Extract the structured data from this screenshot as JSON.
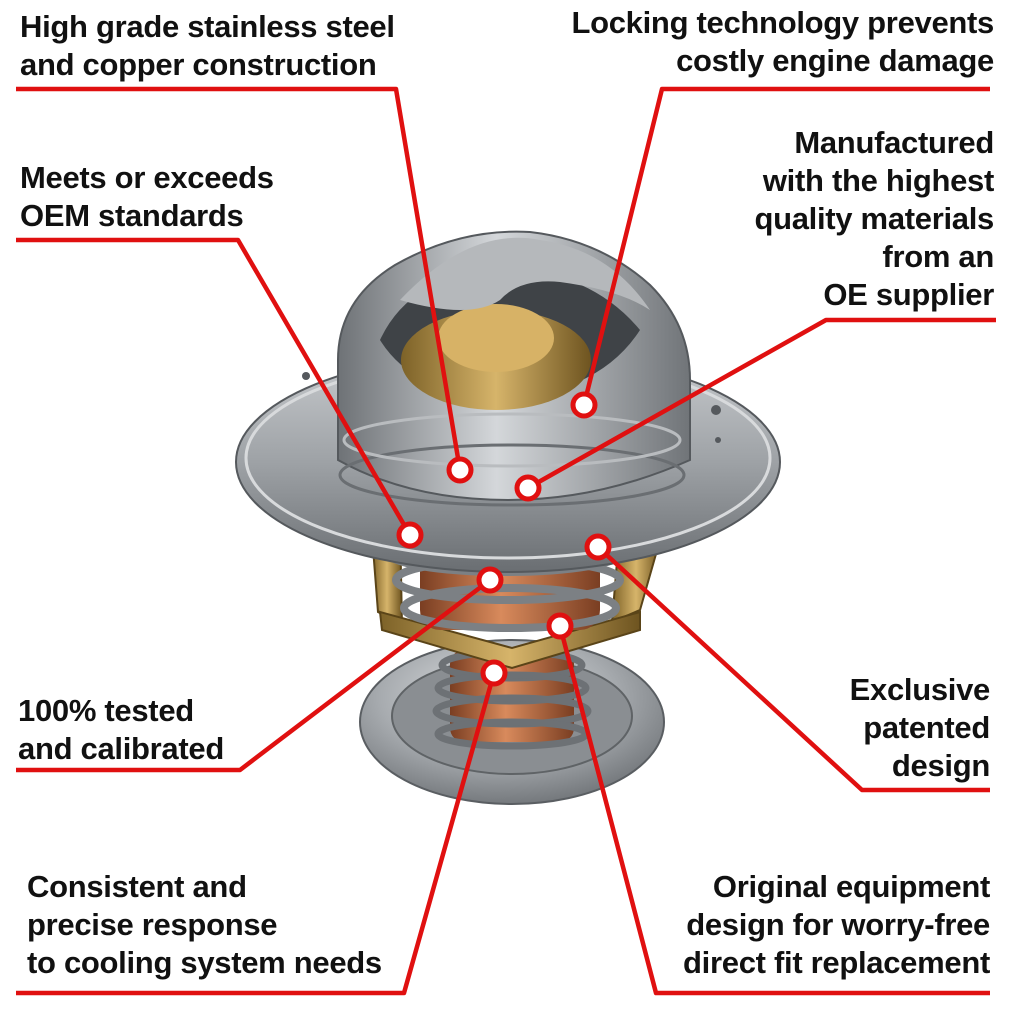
{
  "callouts": [
    {
      "id": "stainless",
      "text": "High grade stainless steel\nand copper construction"
    },
    {
      "id": "locking",
      "text": "Locking technology prevents\ncostly engine damage"
    },
    {
      "id": "oem",
      "text": "Meets or exceeds\nOEM standards"
    },
    {
      "id": "manufactured",
      "text": "Manufactured\nwith the highest\nquality materials\nfrom an\nOE supplier"
    },
    {
      "id": "tested",
      "text": "100% tested\nand calibrated"
    },
    {
      "id": "exclusive",
      "text": "Exclusive\npatented\ndesign"
    },
    {
      "id": "consistent",
      "text": "Consistent and\nprecise response\nto cooling system needs"
    },
    {
      "id": "original",
      "text": "Original equipment\ndesign for worry-free\ndirect fit replacement"
    }
  ],
  "colors": {
    "leader": "#e01010",
    "text": "#111111",
    "background": "#ffffff",
    "steel": "#9a9ea2",
    "copper": "#c9754a",
    "brass": "#b0893e"
  }
}
